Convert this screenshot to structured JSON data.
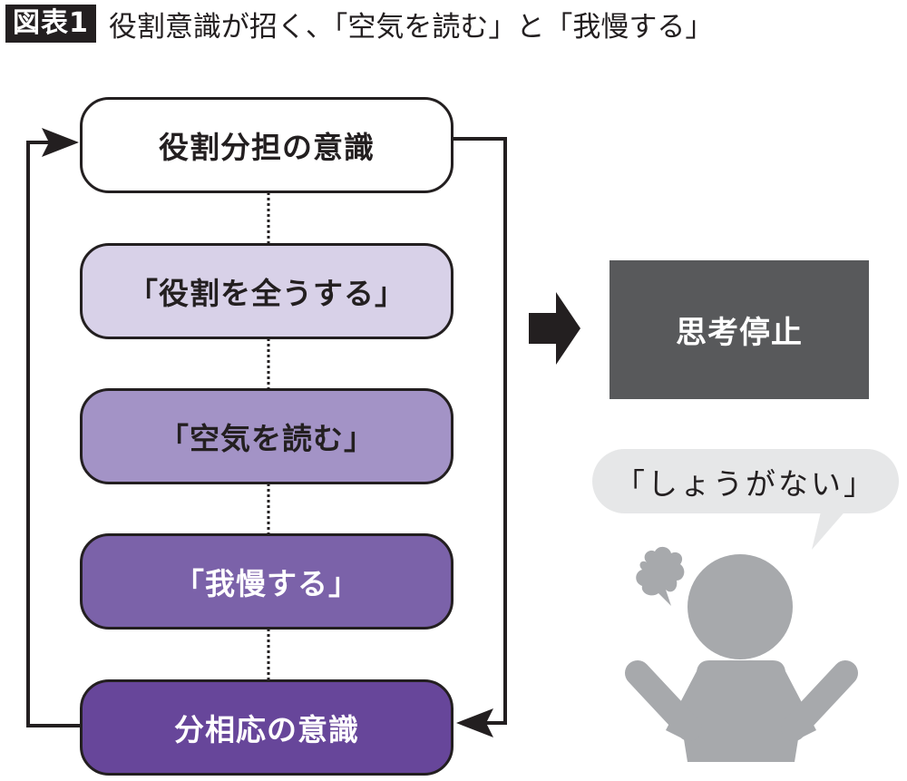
{
  "header": {
    "figure_label": "図表1",
    "title": "役割意識が招く、「空気を読む」と「我慢する」"
  },
  "flow": {
    "boxes": [
      {
        "id": "role-division",
        "label": "役割分担の意識",
        "fill": "#ffffff",
        "text_color": "#231f20"
      },
      {
        "id": "fulfill-role",
        "label": "「役割を全うする」",
        "fill": "#d8d1e8",
        "text_color": "#231f20"
      },
      {
        "id": "read-air",
        "label": "「空気を読む」",
        "fill": "#a393c6",
        "text_color": "#231f20"
      },
      {
        "id": "endure",
        "label": "「我慢する」",
        "fill": "#7b62a9",
        "text_color": "#ffffff"
      },
      {
        "id": "know-place",
        "label": "分相応の意識",
        "fill": "#67469a",
        "text_color": "#ffffff"
      }
    ],
    "connector_style": "dotted",
    "loop_arrows": [
      "role-division → know-place (right side, downward)",
      "know-place → role-division (left side, upward)"
    ]
  },
  "result": {
    "label": "思考停止",
    "fill": "#58595b",
    "text_color": "#ffffff",
    "arrow_icon": "right-block-arrow"
  },
  "figure": {
    "speech_bubble": "「しょうがない」",
    "bubble_fill": "#e6e7e8",
    "person_color": "#a7a9ac",
    "person_icon": "shrugging-person",
    "frustration_icon": "scribble-cloud"
  }
}
